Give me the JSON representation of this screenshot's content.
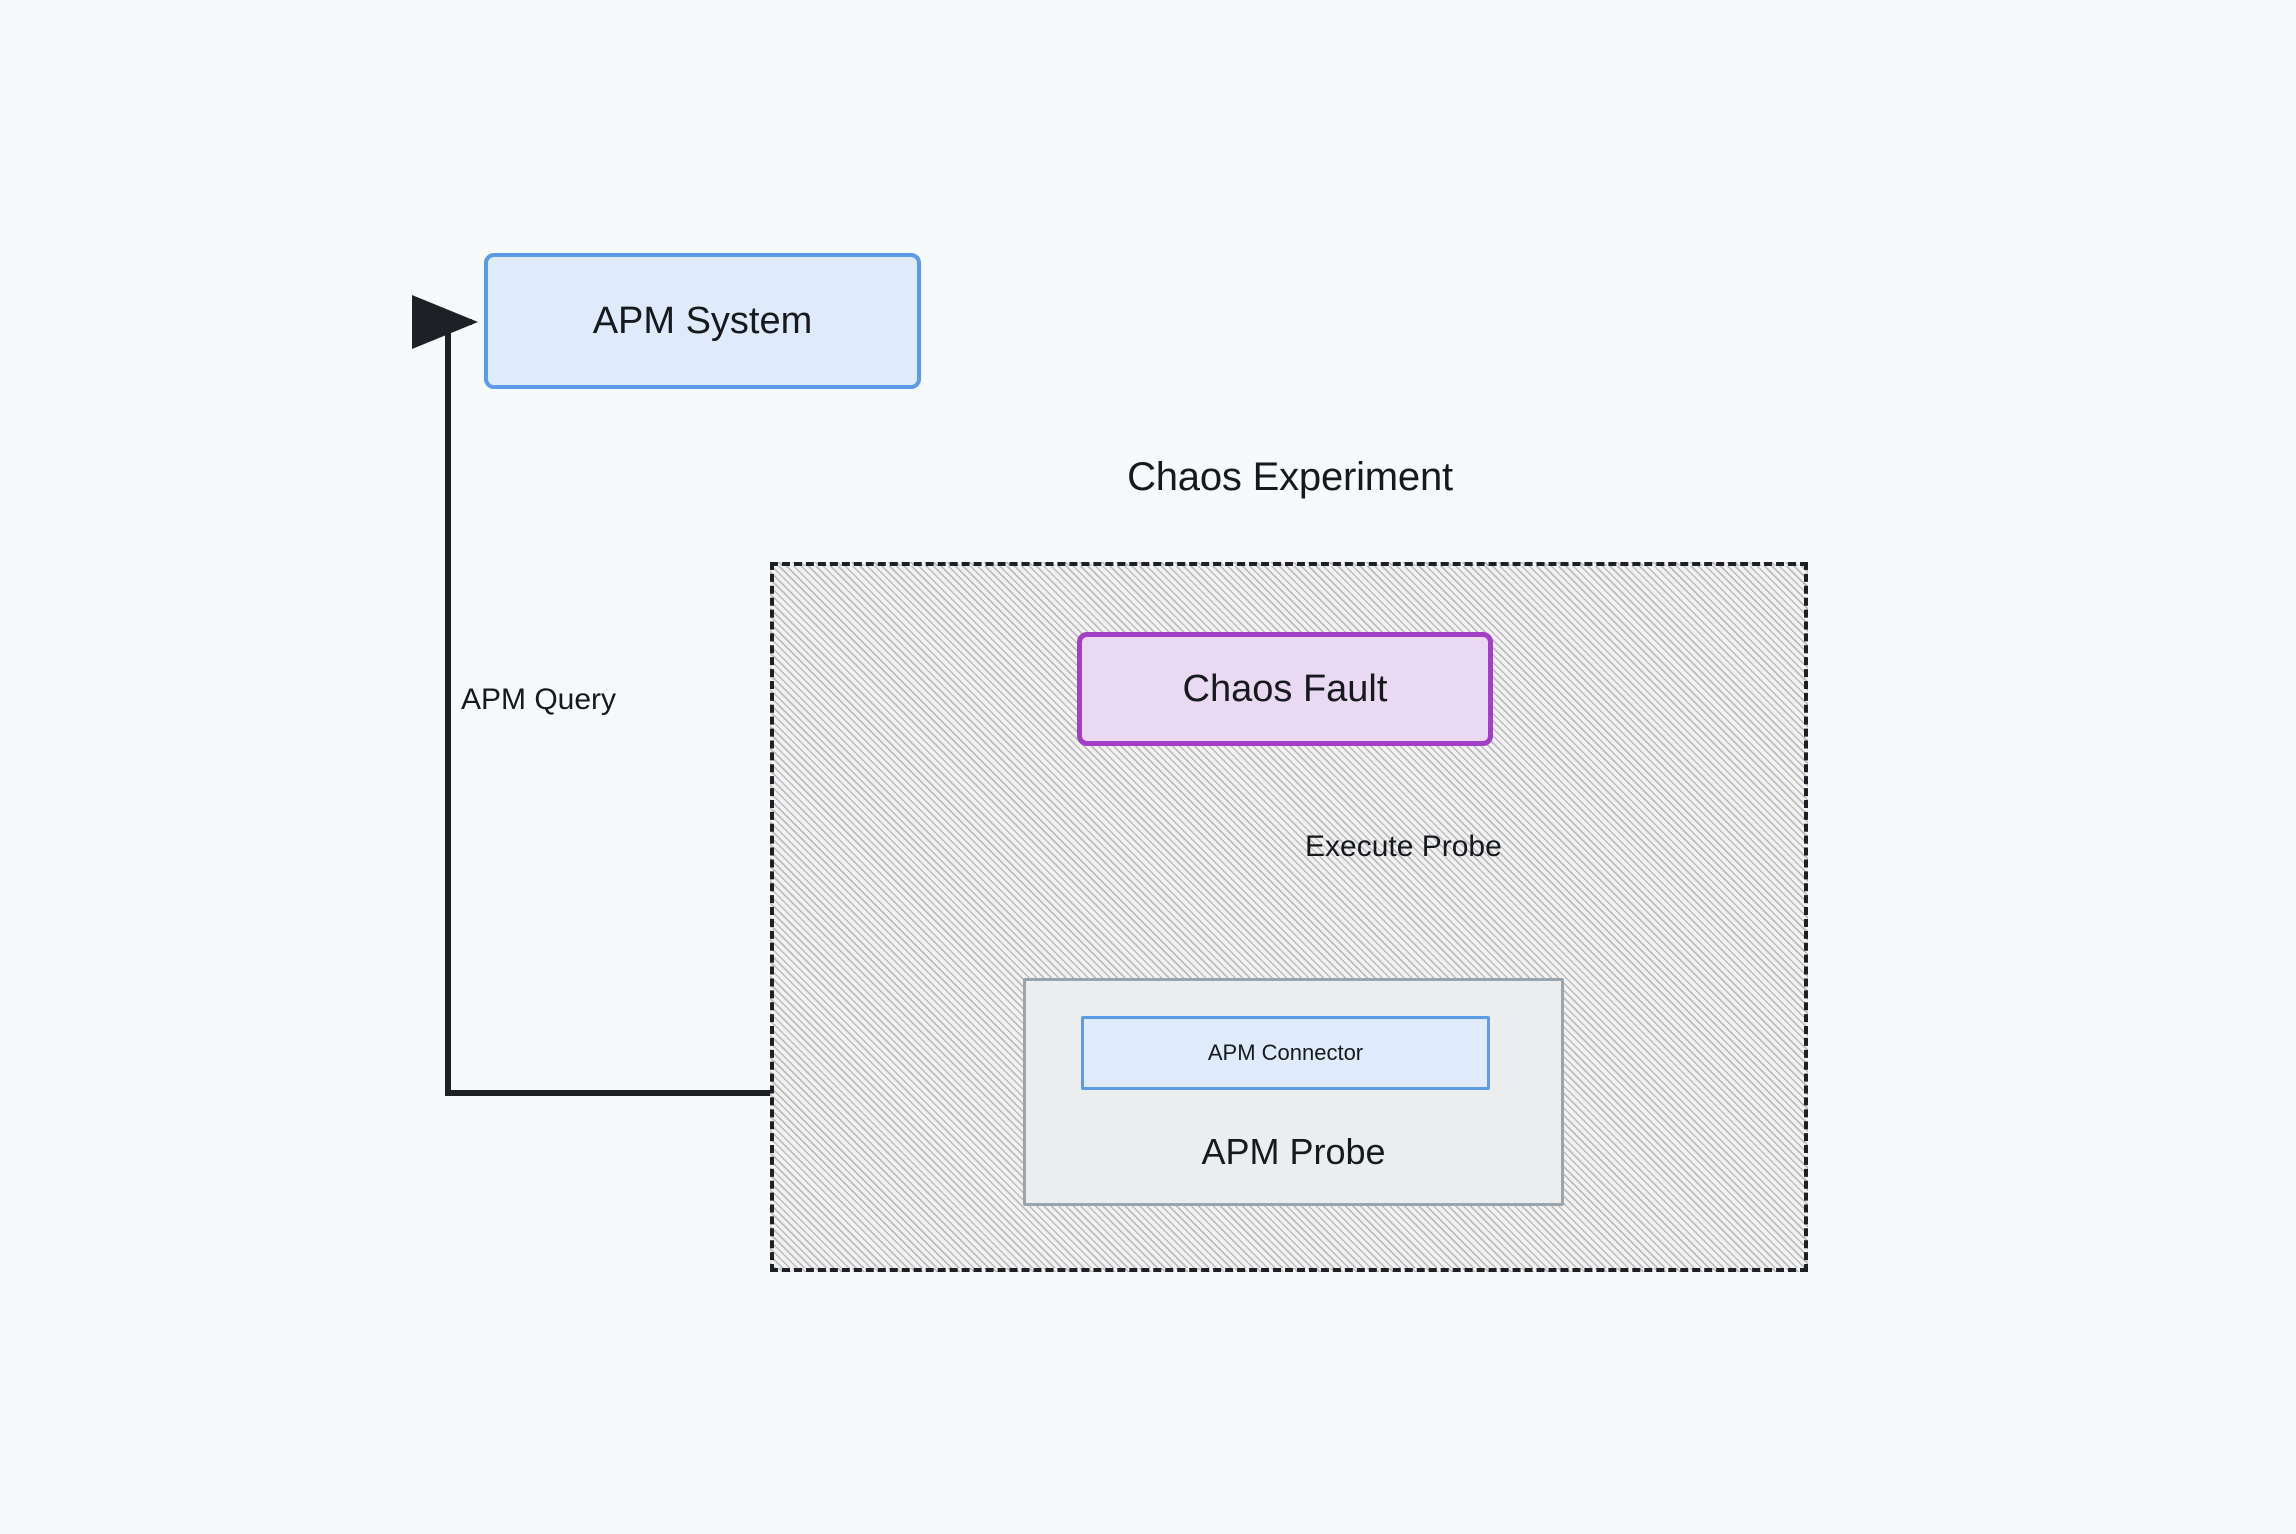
{
  "diagram": {
    "title": "Chaos Experiment",
    "background_color": "#f7f9fa",
    "nodes": {
      "apm_system": {
        "label": "APM System",
        "fill": "#dfeafb",
        "border": "#5b9be8"
      },
      "chaos_fault": {
        "label": "Chaos Fault",
        "fill": "#ead9f2",
        "border": "#a33fc4"
      },
      "apm_probe": {
        "label": "APM Probe",
        "fill": "#ecedee",
        "border": "#9aa4ad"
      },
      "apm_connector": {
        "label": "APM Connector",
        "fill": "#dfeafb",
        "border": "#5b9be8"
      },
      "experiment_container": {
        "label": "Chaos Experiment",
        "border": "#1d2025",
        "border_style": "dashed",
        "fill": "hatched-gray"
      }
    },
    "edges": [
      {
        "name": "apm-query-edge",
        "label": "APM Query",
        "from": "apm_probe",
        "to": "apm_system",
        "color": "#1d2025",
        "arrow": "to"
      },
      {
        "name": "execute-probe-edge",
        "label": "Execute Probe",
        "from": "chaos_fault",
        "to": "apm_probe",
        "color": "#1d2025",
        "arrow": "to"
      }
    ]
  }
}
